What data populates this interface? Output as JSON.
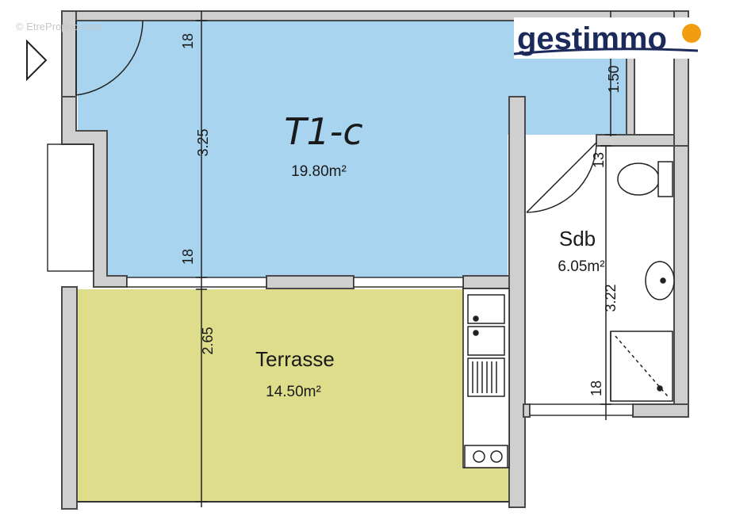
{
  "watermark": "© EtreProprio.com",
  "brand": {
    "name": "gestimmo",
    "colors": {
      "text": "#1b2a5a",
      "sun": "#f39c12",
      "swoosh": "#1b2a5a"
    }
  },
  "rooms": {
    "main": {
      "name": "T1-c",
      "area": "19.80m²",
      "color": "#a8d4ef"
    },
    "terrace": {
      "name": "Terrasse",
      "area": "14.50m²",
      "color": "#dedd8c"
    },
    "bathroom": {
      "name": "Sdb",
      "area": "6.05m²"
    }
  },
  "dimensions": {
    "main_top": "18",
    "main_height": "3.25",
    "main_bottom": "18",
    "terrace_height": "2.65",
    "corridor_height": "1.50",
    "bath_top": "13",
    "bath_height": "3.22",
    "bath_bottom": "18"
  },
  "colors": {
    "wall": "#4a4a4a",
    "wall_fill": "#cfcfcf",
    "line": "#222222"
  }
}
